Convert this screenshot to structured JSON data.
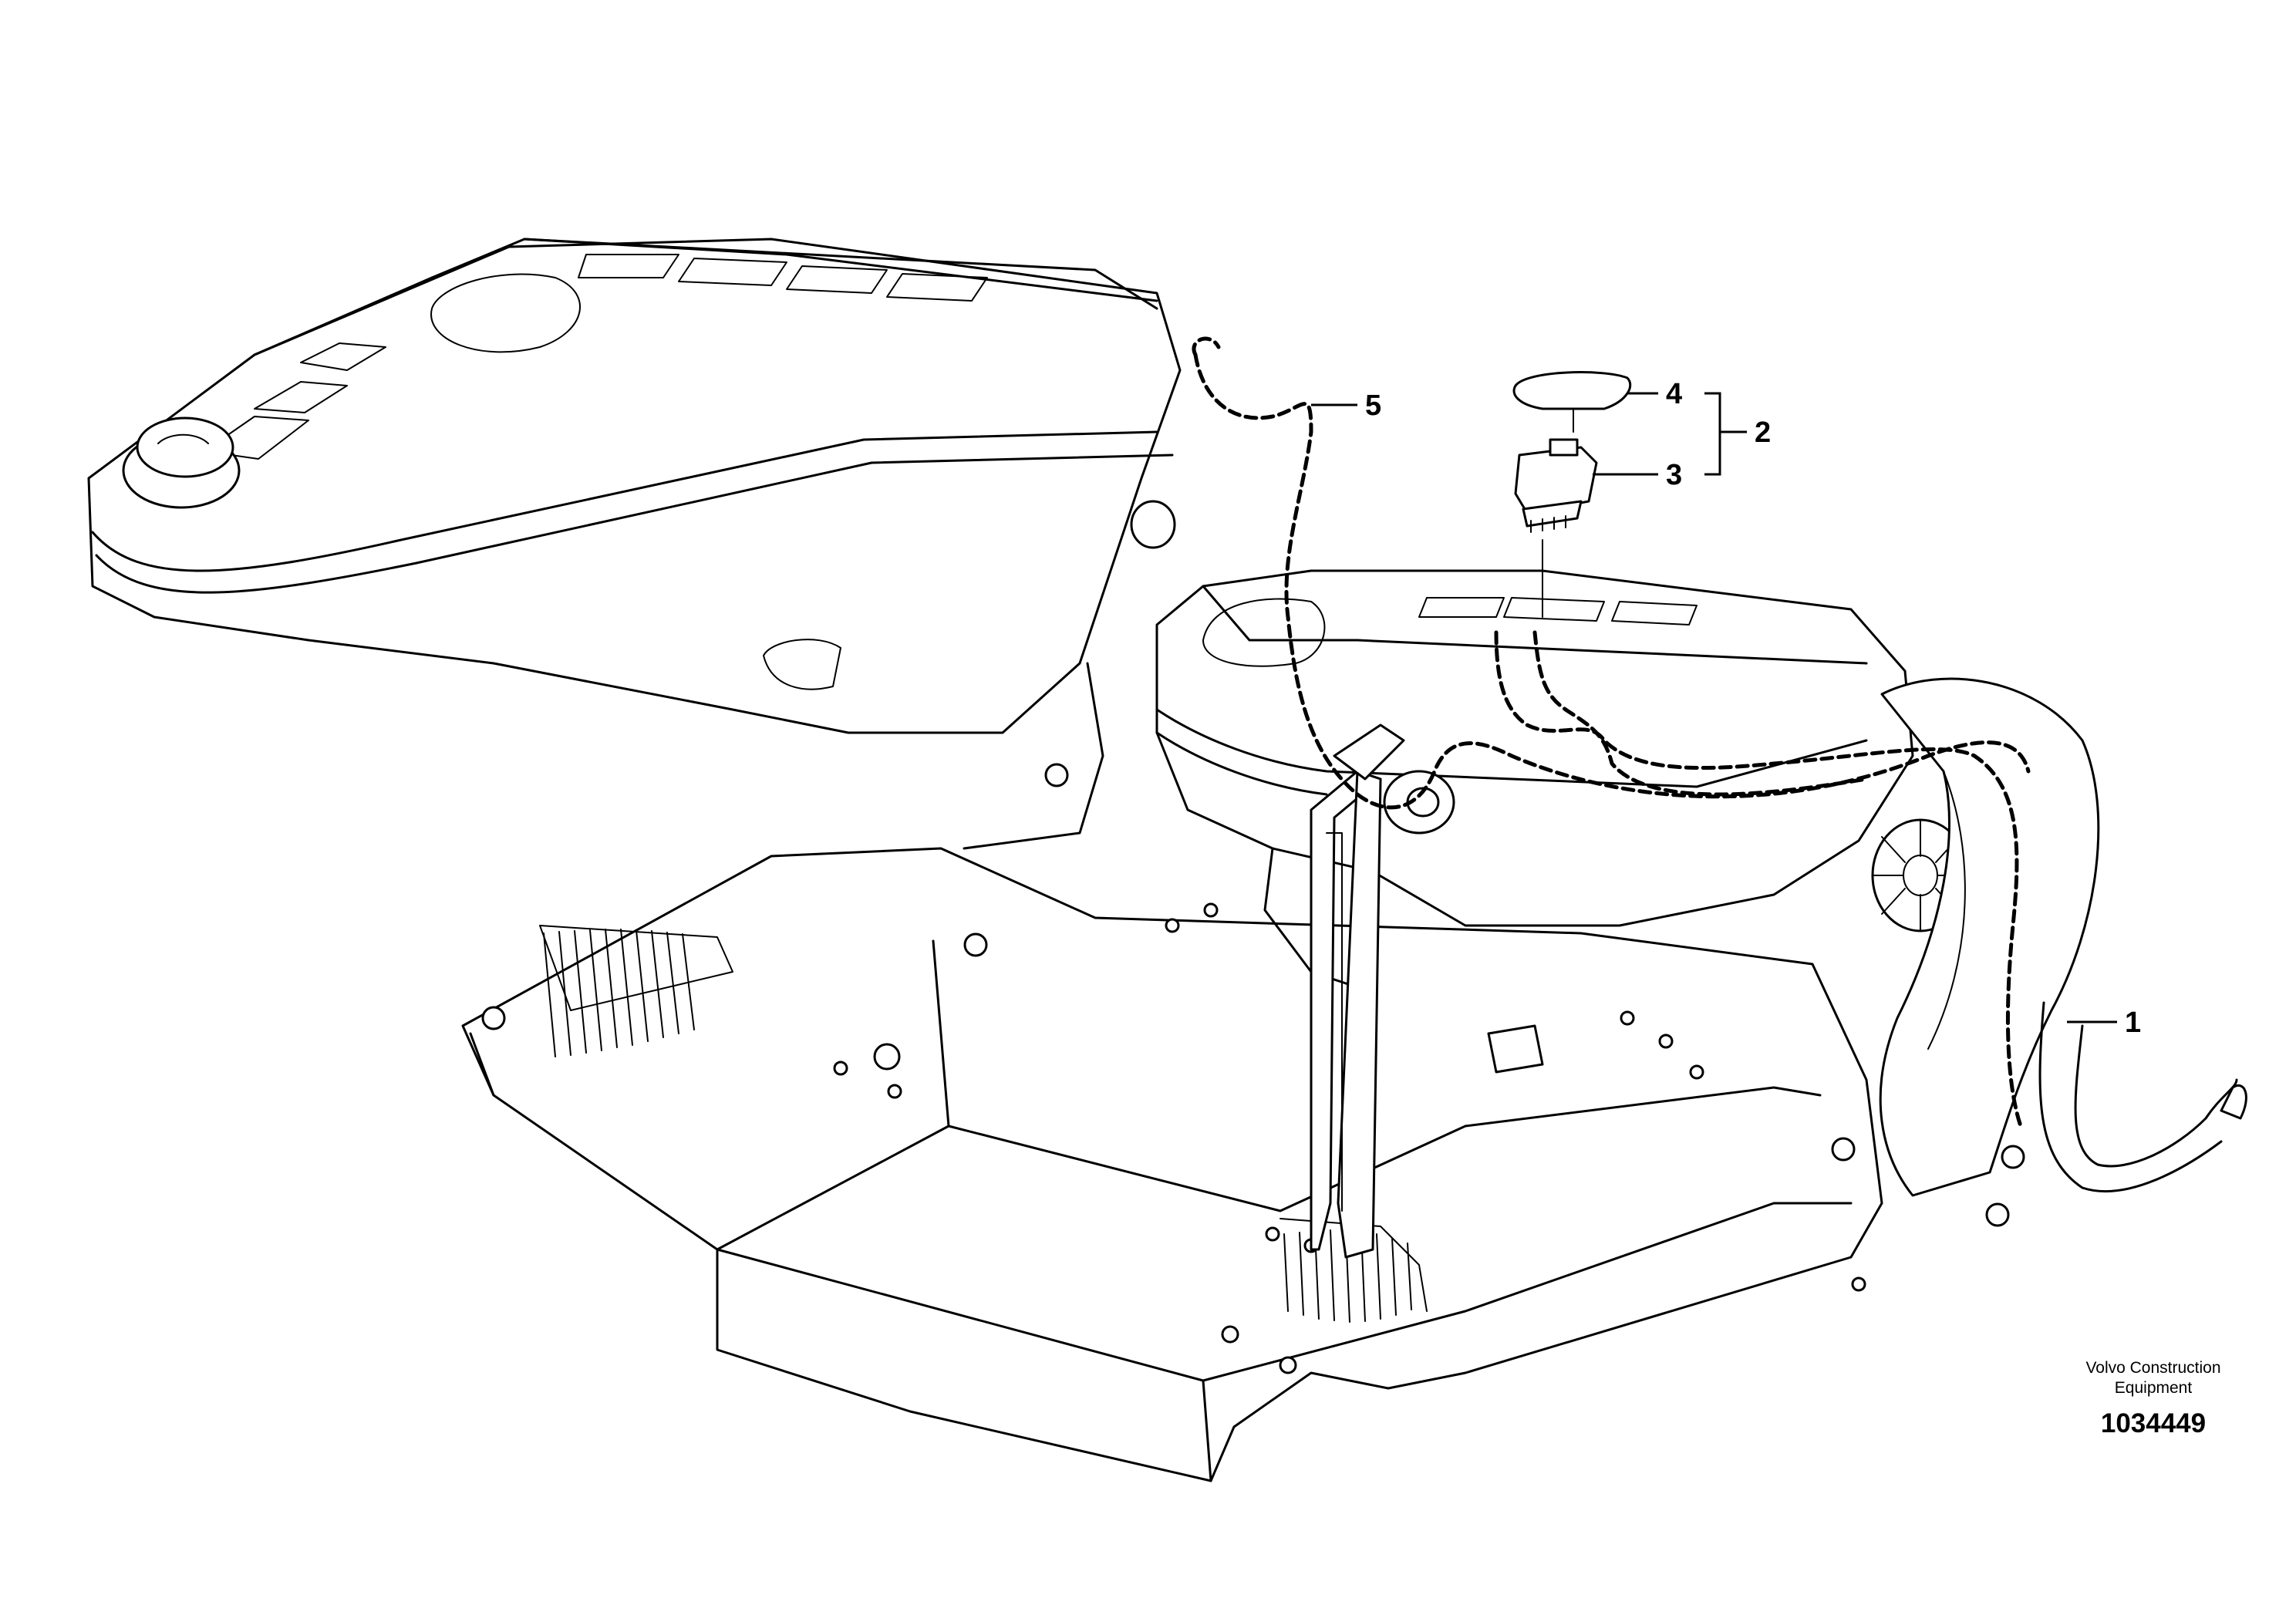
{
  "callouts": {
    "c1": "1",
    "c2": "2",
    "c3": "3",
    "c4": "4",
    "c5": "5"
  },
  "credit": {
    "line1": "Volvo Construction",
    "line2": "Equipment"
  },
  "figure_number": "1034449"
}
